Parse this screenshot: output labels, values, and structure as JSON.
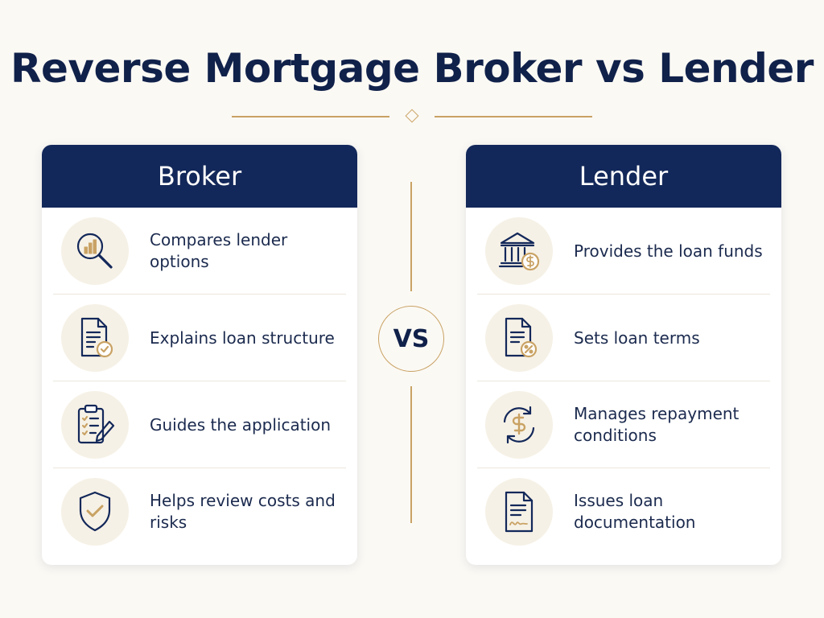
{
  "title": "Reverse Mortgage Broker vs Lender",
  "vs_label": "VS",
  "colors": {
    "navy": "#13285a",
    "gold": "#c9a264",
    "background": "#fbf9f4"
  },
  "broker": {
    "heading": "Broker",
    "items": [
      {
        "icon": "magnifier-chart-icon",
        "text": "Compares lender options"
      },
      {
        "icon": "document-check-icon",
        "text": "Explains loan structure"
      },
      {
        "icon": "clipboard-pencil-icon",
        "text": "Guides the application"
      },
      {
        "icon": "shield-check-icon",
        "text": "Helps review costs and risks"
      }
    ]
  },
  "lender": {
    "heading": "Lender",
    "items": [
      {
        "icon": "bank-dollar-icon",
        "text": "Provides the loan funds"
      },
      {
        "icon": "document-percent-icon",
        "text": "Sets loan terms"
      },
      {
        "icon": "dollar-cycle-icon",
        "text": "Manages repayment conditions"
      },
      {
        "icon": "signed-document-icon",
        "text": "Issues loan documentation"
      }
    ]
  }
}
